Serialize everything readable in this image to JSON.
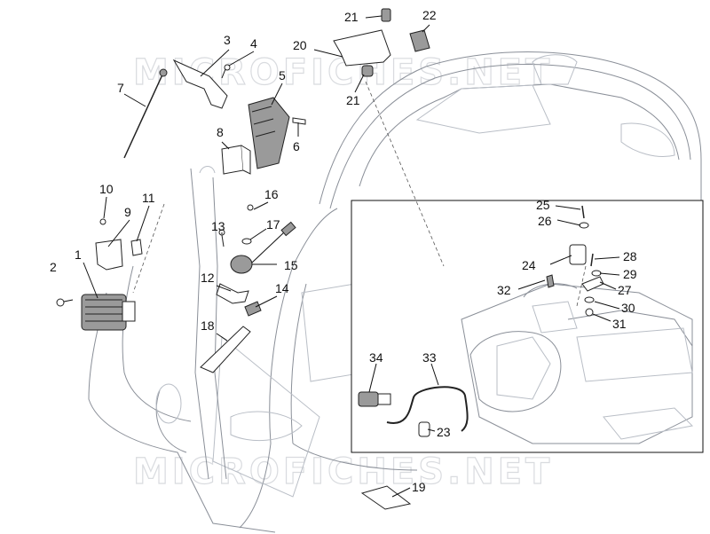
{
  "watermark": "MICROFICHES.NET",
  "callouts": [
    {
      "id": "c1",
      "label": "1"
    },
    {
      "id": "c2",
      "label": "2"
    },
    {
      "id": "c3",
      "label": "3"
    },
    {
      "id": "c4",
      "label": "4"
    },
    {
      "id": "c5",
      "label": "5"
    },
    {
      "id": "c6",
      "label": "6"
    },
    {
      "id": "c7",
      "label": "7"
    },
    {
      "id": "c8",
      "label": "8"
    },
    {
      "id": "c9",
      "label": "9"
    },
    {
      "id": "c10",
      "label": "10"
    },
    {
      "id": "c11",
      "label": "11"
    },
    {
      "id": "c12",
      "label": "12"
    },
    {
      "id": "c13",
      "label": "13"
    },
    {
      "id": "c14",
      "label": "14"
    },
    {
      "id": "c15",
      "label": "15"
    },
    {
      "id": "c16",
      "label": "16"
    },
    {
      "id": "c17",
      "label": "17"
    },
    {
      "id": "c18",
      "label": "18"
    },
    {
      "id": "c19",
      "label": "19"
    },
    {
      "id": "c20",
      "label": "20"
    },
    {
      "id": "c21a",
      "label": "21"
    },
    {
      "id": "c21b",
      "label": "21"
    },
    {
      "id": "c22",
      "label": "22"
    },
    {
      "id": "c23",
      "label": "23"
    },
    {
      "id": "c24",
      "label": "24"
    },
    {
      "id": "c25",
      "label": "25"
    },
    {
      "id": "c26",
      "label": "26"
    },
    {
      "id": "c27",
      "label": "27"
    },
    {
      "id": "c28",
      "label": "28"
    },
    {
      "id": "c29",
      "label": "29"
    },
    {
      "id": "c30",
      "label": "30"
    },
    {
      "id": "c31",
      "label": "31"
    },
    {
      "id": "c32",
      "label": "32"
    },
    {
      "id": "c33",
      "label": "33"
    },
    {
      "id": "c34",
      "label": "34"
    }
  ]
}
